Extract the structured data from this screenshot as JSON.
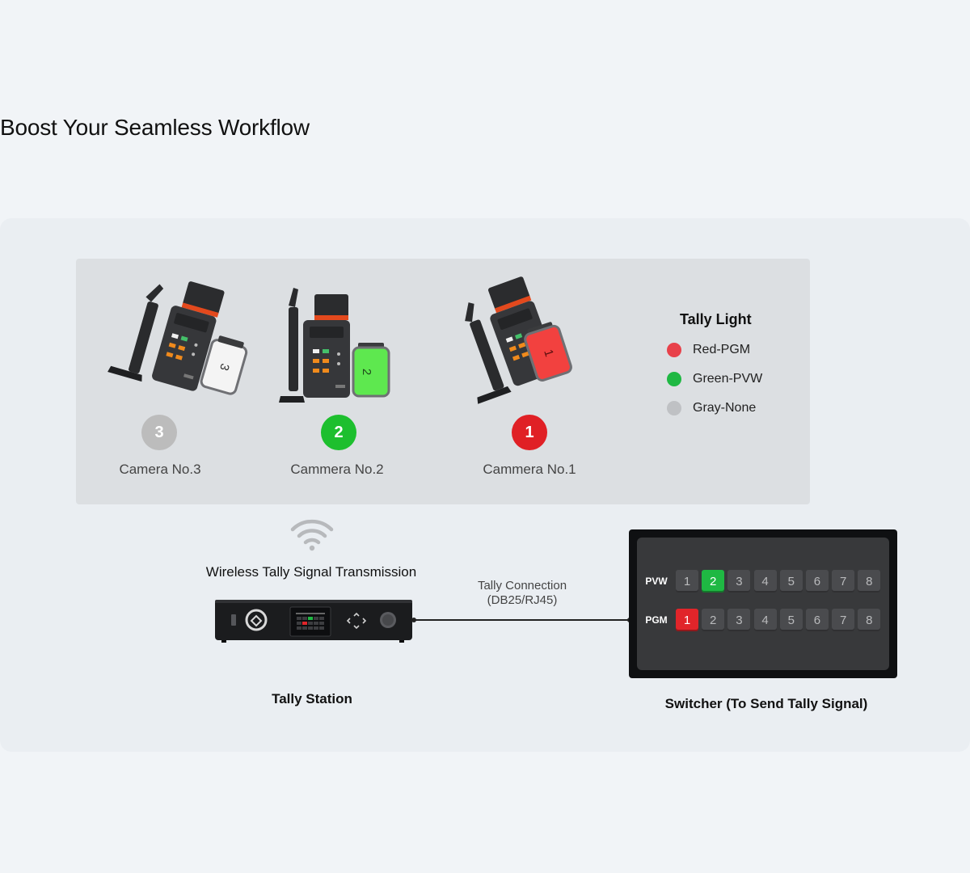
{
  "heading": "Boost Your Seamless Workflow",
  "cameras": [
    {
      "number": "3",
      "label": "Camera No.3",
      "status_color": "#bcbcbc",
      "tally_color": "#f4f4f4"
    },
    {
      "number": "2",
      "label": "Cammera No.2",
      "status_color": "#1dbf2e",
      "tally_color": "#5ee84f"
    },
    {
      "number": "1",
      "label": "Cammera No.1",
      "status_color": "#e02025",
      "tally_color": "#f2413f"
    }
  ],
  "legend": {
    "title": "Tally Light",
    "items": [
      {
        "label": "Red-PGM",
        "color": "#e8414a"
      },
      {
        "label": "Green-PVW",
        "color": "#1fb843"
      },
      {
        "label": "Gray-None",
        "color": "#bfc1c4"
      }
    ]
  },
  "wireless_label": "Wireless Tally Signal Transmission",
  "connection": {
    "line1": "Tally Connection",
    "line2": "(DB25/RJ45)"
  },
  "station_label": "Tally Station",
  "switcher": {
    "label": "Switcher (To Send Tally Signal)",
    "rows": [
      {
        "name": "PVW",
        "buttons": [
          "1",
          "2",
          "3",
          "4",
          "5",
          "6",
          "7",
          "8"
        ],
        "active": "2",
        "active_color": "#1fb843"
      },
      {
        "name": "PGM",
        "buttons": [
          "1",
          "2",
          "3",
          "4",
          "5",
          "6",
          "7",
          "8"
        ],
        "active": "1",
        "active_color": "#e1252a"
      }
    ]
  }
}
